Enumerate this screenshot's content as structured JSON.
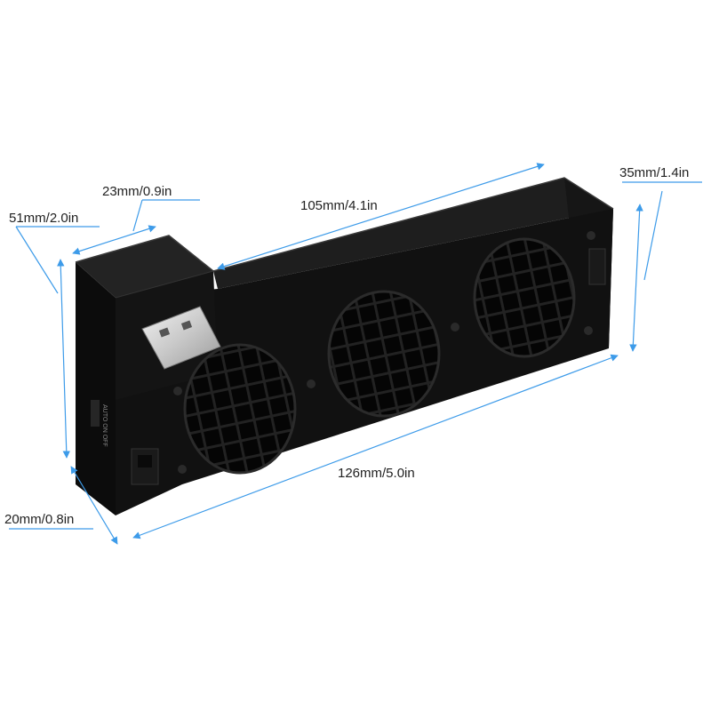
{
  "dimensions": {
    "depth_total": "51mm/2.0in",
    "usb_width": "23mm/0.9in",
    "body_length": "105mm/4.1in",
    "height": "35mm/1.4in",
    "front_length": "126mm/5.0in",
    "thickness": "20mm/0.8in"
  },
  "device": {
    "side_label": "AUTO ON OFF"
  },
  "colors": {
    "device_body": "#111111",
    "device_edge": "#2a2a2a",
    "dimension_arrow": "#3d9be9",
    "label_text": "#222222",
    "usb_metal": "#d8d8d8"
  }
}
